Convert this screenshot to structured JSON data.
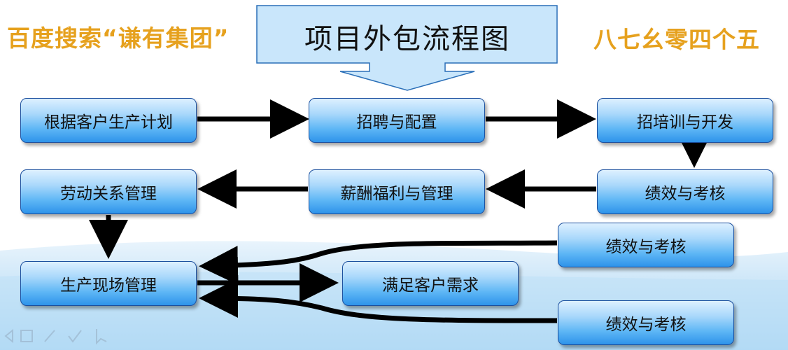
{
  "header": {
    "left_text": "百度搜索“谦有集团”",
    "right_text": "八七幺零四个五",
    "accent_color": "#e6a11e"
  },
  "title": "项目外包流程图",
  "nodes": {
    "plan": "根据客户生产计划",
    "recruit": "招聘与配置",
    "training": "招培训与开发",
    "performance_main": "绩效与考核",
    "compensation": "薪酬福利与管理",
    "labor": "劳动关系管理",
    "onsite": "生产现场管理",
    "satisfy": "满足客户需求",
    "performance_top": "绩效与考核",
    "performance_bottom": "绩效与考核"
  },
  "colors": {
    "node_border": "#1b4f9e",
    "node_fill_top": "#ddf0ff",
    "node_fill_bottom": "#2e93ea",
    "arrow": "#000000",
    "title_box": "#c9e6fb"
  }
}
